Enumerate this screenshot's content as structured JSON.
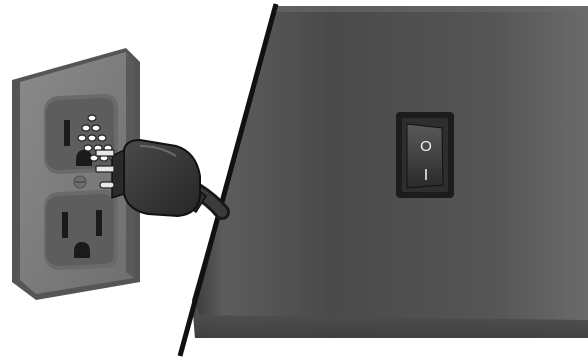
{
  "illustration": {
    "outlet": {
      "icon": "us-duplex-outlet-icon",
      "receptacles": 2
    },
    "plug": {
      "icon": "three-prong-plug-icon"
    },
    "device": {
      "icon": "device-side-panel-icon",
      "power_switch": {
        "icon": "rocker-power-switch-icon",
        "off_symbol": "O",
        "on_symbol": "I"
      }
    },
    "colors": {
      "outlet_plate": "#7d7d7d",
      "device_body": "#4a4a4a",
      "plug_body": "#3a3a3a",
      "switch_body": "#2b2b2b"
    }
  }
}
